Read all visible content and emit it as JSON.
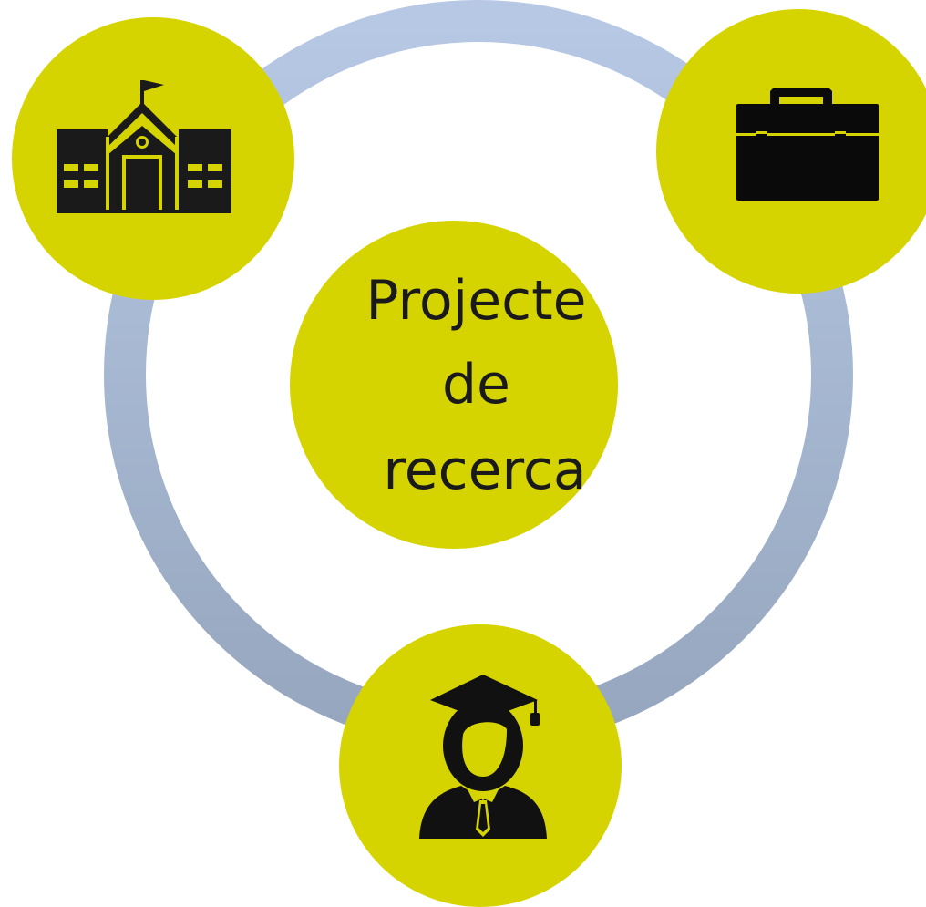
{
  "diagram": {
    "center": {
      "lines": [
        "Projecte",
        "de",
        "recerca"
      ]
    },
    "nodes": [
      {
        "icon": "school-building-icon"
      },
      {
        "icon": "briefcase-icon"
      },
      {
        "icon": "graduate-student-icon"
      }
    ],
    "colors": {
      "node_fill": "#d6d400",
      "ring_top": "#b6c8e4",
      "ring_bottom": "#96a6be",
      "icon": "#1a1a1a",
      "text": "#1a1a1a"
    }
  }
}
